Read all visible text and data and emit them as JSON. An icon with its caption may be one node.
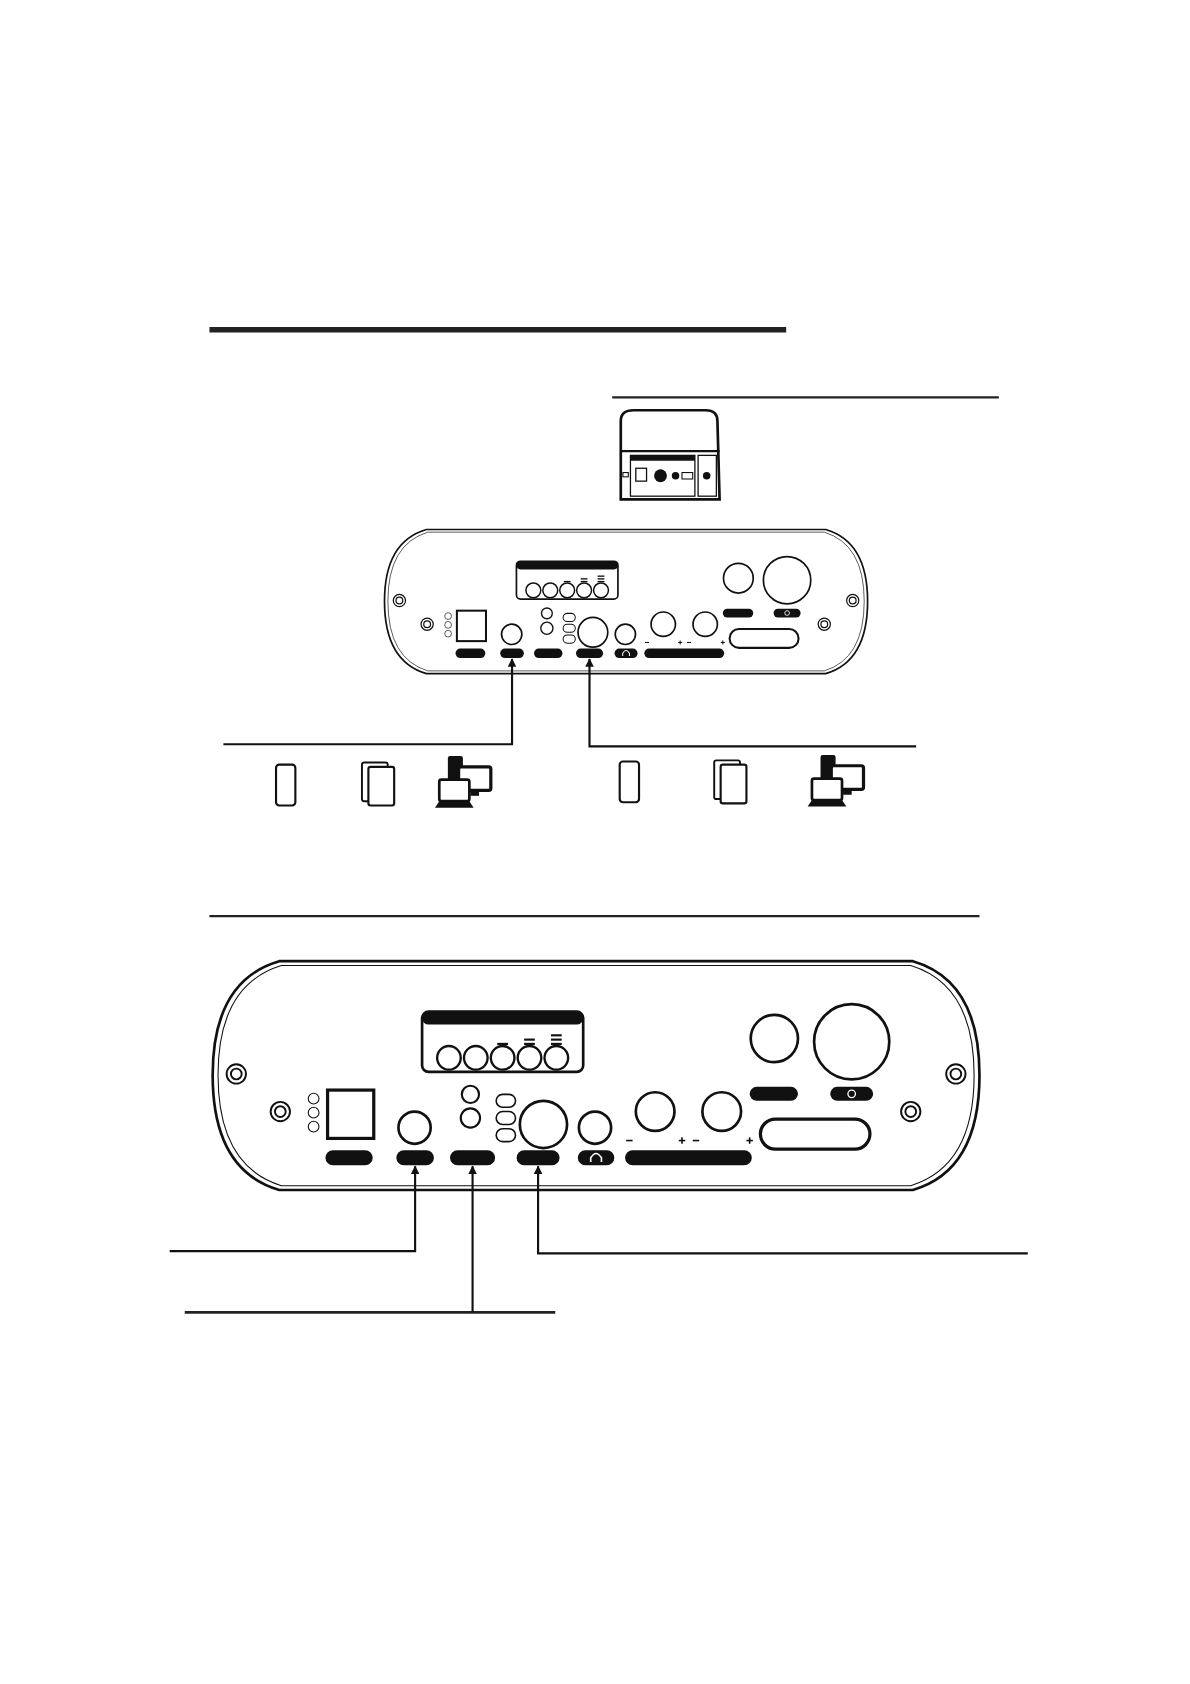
{
  "diagram": {
    "nodes": [
      {
        "text": [],
        "shape": "bar"
      },
      {
        "text": [],
        "shape": "bar"
      },
      {
        "text": [],
        "shape": "bar"
      },
      {
        "text": [],
        "shape": "bar"
      },
      {
        "text": [],
        "shape": "bar"
      }
    ],
    "edges": [
      {
        "from": null,
        "to": 0,
        "arrow": "to"
      },
      {
        "from": null,
        "to": 1,
        "arrow": "to"
      },
      {
        "from": null,
        "to": 2,
        "arrow": "to"
      },
      {
        "from": null,
        "to": 3,
        "arrow": "to"
      },
      {
        "from": null,
        "to": 4,
        "arrow": "to"
      }
    ]
  }
}
